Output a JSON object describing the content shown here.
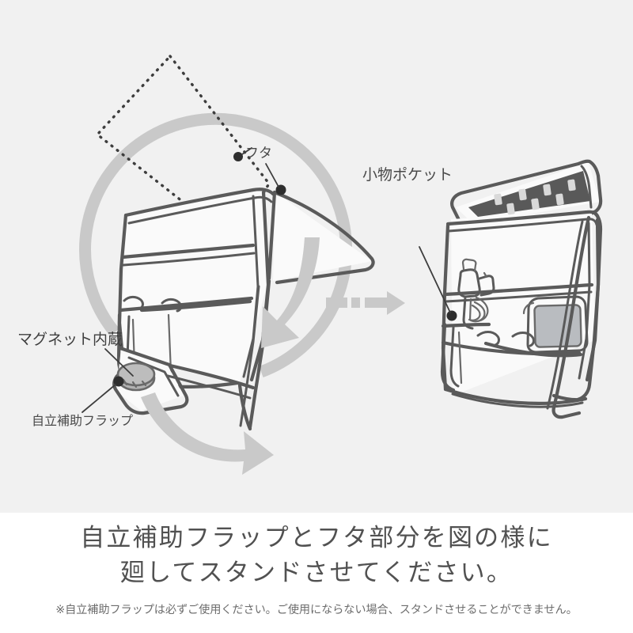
{
  "page": {
    "background_color": "#ffffff",
    "illustration_background": "#f1f1f1",
    "ink_color": "#5a5a5a",
    "accent_gray": "#c4c4c4",
    "text_color": "#515151"
  },
  "illustration": {
    "title": "bag-standing-instruction-diagram",
    "left_figure": {
      "name": "bag-rotating-flap-figure",
      "description_parts": [
        "dotted-open-flap-outline",
        "bag-body-front-pockets",
        "self-standing-flap-with-magnet",
        "rotation-arrow-upper",
        "rotation-arrow-lower",
        "rotation-circle-arc"
      ]
    },
    "transition_arrow": {
      "name": "transition-arrow",
      "dash_count": 3,
      "color": "#c2c2c2"
    },
    "right_figure": {
      "name": "bag-standing-figure",
      "description_parts": [
        "lid-flap-open-dark-inner",
        "bag-body-standing",
        "small-items-pocket-with-cables",
        "phone-in-pocket",
        "kickstand-leg"
      ]
    },
    "callouts": [
      {
        "id": "futa",
        "name": "callout-futa",
        "label": "フタ",
        "dot_count": 2
      },
      {
        "id": "komono-pocket",
        "name": "callout-komono-pocket",
        "label": "小物ポケット",
        "dot_count": 1
      },
      {
        "id": "magnet",
        "name": "callout-magnet",
        "label": "マグネット内蔵",
        "dot_count": 0
      },
      {
        "id": "standing-flap",
        "name": "callout-standing-flap",
        "label": "自立補助フラップ",
        "dot_count": 1
      }
    ]
  },
  "caption": {
    "line1": "自立補助フラップとフタ部分を図の様に",
    "line2": "廻してスタンドさせてください。",
    "note": "※自立補助フラップは必ずご使用ください。ご使用にならない場合、スタンドさせることができません。"
  }
}
